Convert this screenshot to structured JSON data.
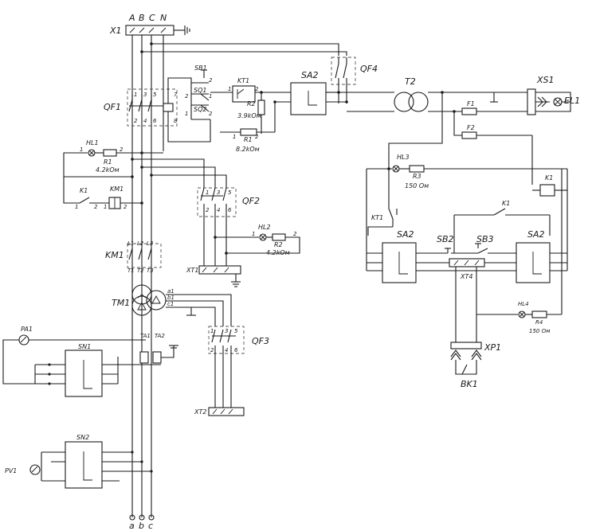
{
  "labels": {
    "X1": "X1",
    "A": "A",
    "B": "B",
    "C": "C",
    "N": "N",
    "QF1": "QF1",
    "QF2": "QF2",
    "QF3": "QF3",
    "QF4": "QF4",
    "SB1": "SB1",
    "SQ1": "SQ1",
    "SQ2": "SQ2",
    "KT1": "KT1",
    "R2": "R2",
    "R2_val": "3.9kОм",
    "R1": "R1",
    "R1_val": "8.2kОм",
    "SA2": "SA2",
    "T2": "T2",
    "XS1": "XS1",
    "EL1": "EL1",
    "F1": "F1",
    "F2": "F2",
    "HL1": "HL1",
    "R1b": "R1",
    "R1b_val": "4.2kОм",
    "K1": "K1",
    "KM1": "KM1",
    "HL2": "HL2",
    "R2b": "R2",
    "R2b_val": "4.2kОм",
    "XT1": "XT1",
    "KM1_main": "KM1",
    "TM1": "TM1",
    "PA1": "PA1",
    "SN1": "SN1",
    "TA1": "TA1",
    "TA2": "TA2",
    "XT2": "XT2",
    "SN2": "SN2",
    "PV1": "PV1",
    "a": "a",
    "b": "b",
    "c": "c",
    "HL3": "HL3",
    "R3": "R3",
    "R3_val": "150 Ом",
    "K1_coil": "K1",
    "KT1_contact": "KT1",
    "K1_contact": "K1",
    "SA2_left": "SA2",
    "SB2": "SB2",
    "SB3": "SB3",
    "SA2_right": "SA2",
    "XT4": "XT4",
    "HL4": "HL4",
    "R4": "R4",
    "R4_val": "150 Ом",
    "XP1": "XP1",
    "BK1": "BK1"
  }
}
